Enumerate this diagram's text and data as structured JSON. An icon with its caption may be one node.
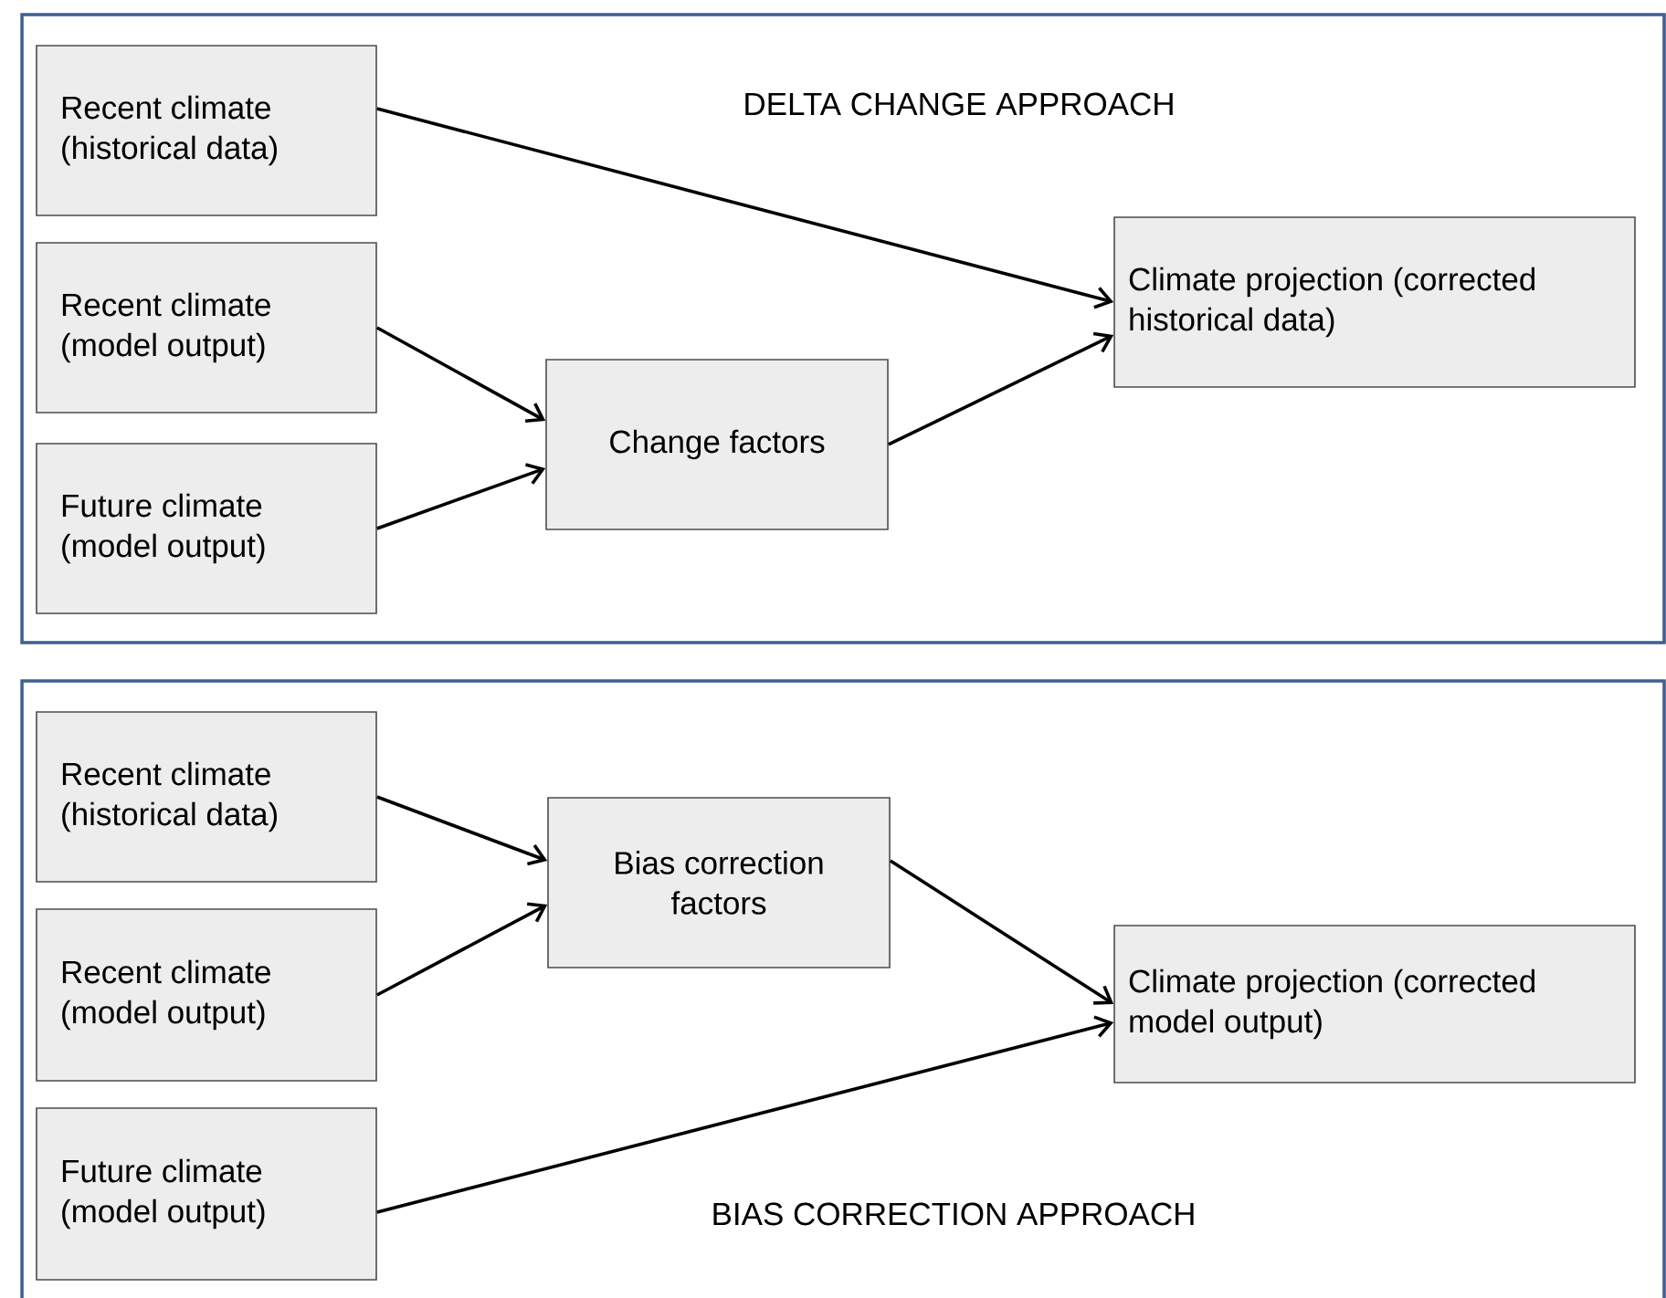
{
  "diagram": {
    "nodes": [
      {
        "text": [
          "DELTA CHANGE APPROACH"
        ]
      },
      {
        "text": [
          "Recent climate (historical data)"
        ],
        "in": 0
      },
      {
        "text": [
          "Recent climate (model output)"
        ],
        "in": 0
      },
      {
        "text": [
          "Future climate (model output)"
        ],
        "in": 0
      },
      {
        "text": [
          "Change factors"
        ],
        "in": 0
      },
      {
        "text": [
          "Climate projection (corrected historical data)"
        ],
        "in": 0
      },
      {
        "text": [
          "BIAS CORRECTION APPROACH"
        ]
      },
      {
        "text": [
          "Recent climate (historical data)"
        ],
        "in": 6
      },
      {
        "text": [
          "Recent climate (model output)"
        ],
        "in": 6
      },
      {
        "text": [
          "Future climate (model output)"
        ],
        "in": 6
      },
      {
        "text": [
          "Bias correction factors"
        ],
        "in": 6
      },
      {
        "text": [
          "Climate projection (corrected model output)"
        ],
        "in": 6
      }
    ],
    "edges": [
      {
        "from": 1,
        "to": 5,
        "arrow": "to"
      },
      {
        "from": 2,
        "to": 4,
        "arrow": "to"
      },
      {
        "from": 3,
        "to": 4,
        "arrow": "to"
      },
      {
        "from": 4,
        "to": 5,
        "arrow": "to"
      },
      {
        "from": 7,
        "to": 10,
        "arrow": "to"
      },
      {
        "from": 8,
        "to": 10,
        "arrow": "to"
      },
      {
        "from": 10,
        "to": 11,
        "arrow": "to"
      },
      {
        "from": 9,
        "to": 11,
        "arrow": "to"
      }
    ]
  }
}
